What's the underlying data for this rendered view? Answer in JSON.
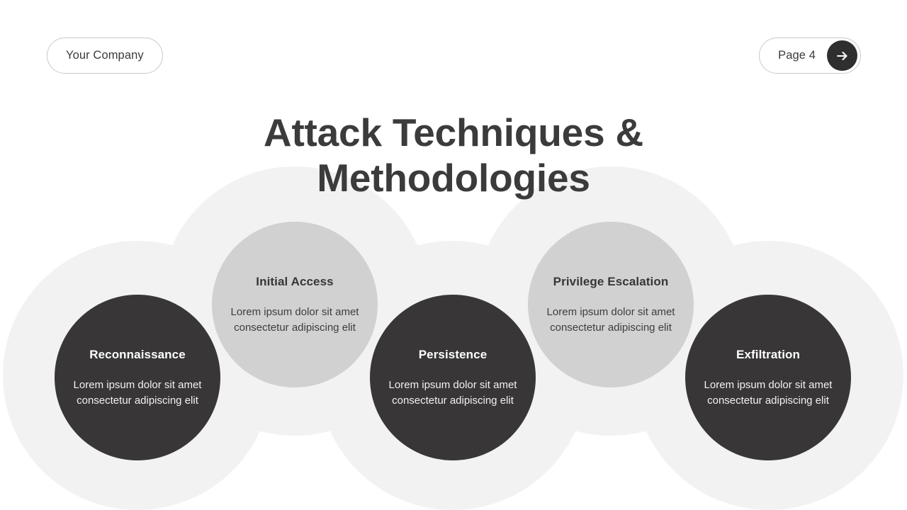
{
  "header": {
    "company_label": "Your Company",
    "page_label": "Page 4",
    "next_icon": "arrow-right-icon"
  },
  "title": "Attack Techniques & Methodologies",
  "theme": {
    "background": "#ffffff",
    "dark_circle": "#383636",
    "light_circle": "#d1d1d1",
    "decor_circle": "#f2f2f2",
    "text_dark": "#3b3b3b",
    "text_light": "#ffffff"
  },
  "steps": [
    {
      "title": "Reconnaissance",
      "description": "Lorem ipsum dolor sit amet consectetur adipiscing elit",
      "style": "dark"
    },
    {
      "title": "Initial Access",
      "description": "Lorem ipsum dolor sit amet consectetur adipiscing elit",
      "style": "light"
    },
    {
      "title": "Persistence",
      "description": "Lorem ipsum dolor sit amet consectetur adipiscing elit",
      "style": "dark"
    },
    {
      "title": "Privilege Escalation",
      "description": "Lorem ipsum dolor sit amet consectetur adipiscing elit",
      "style": "light"
    },
    {
      "title": "Exfiltration",
      "description": "Lorem ipsum dolor sit amet consectetur adipiscing elit",
      "style": "dark"
    }
  ]
}
